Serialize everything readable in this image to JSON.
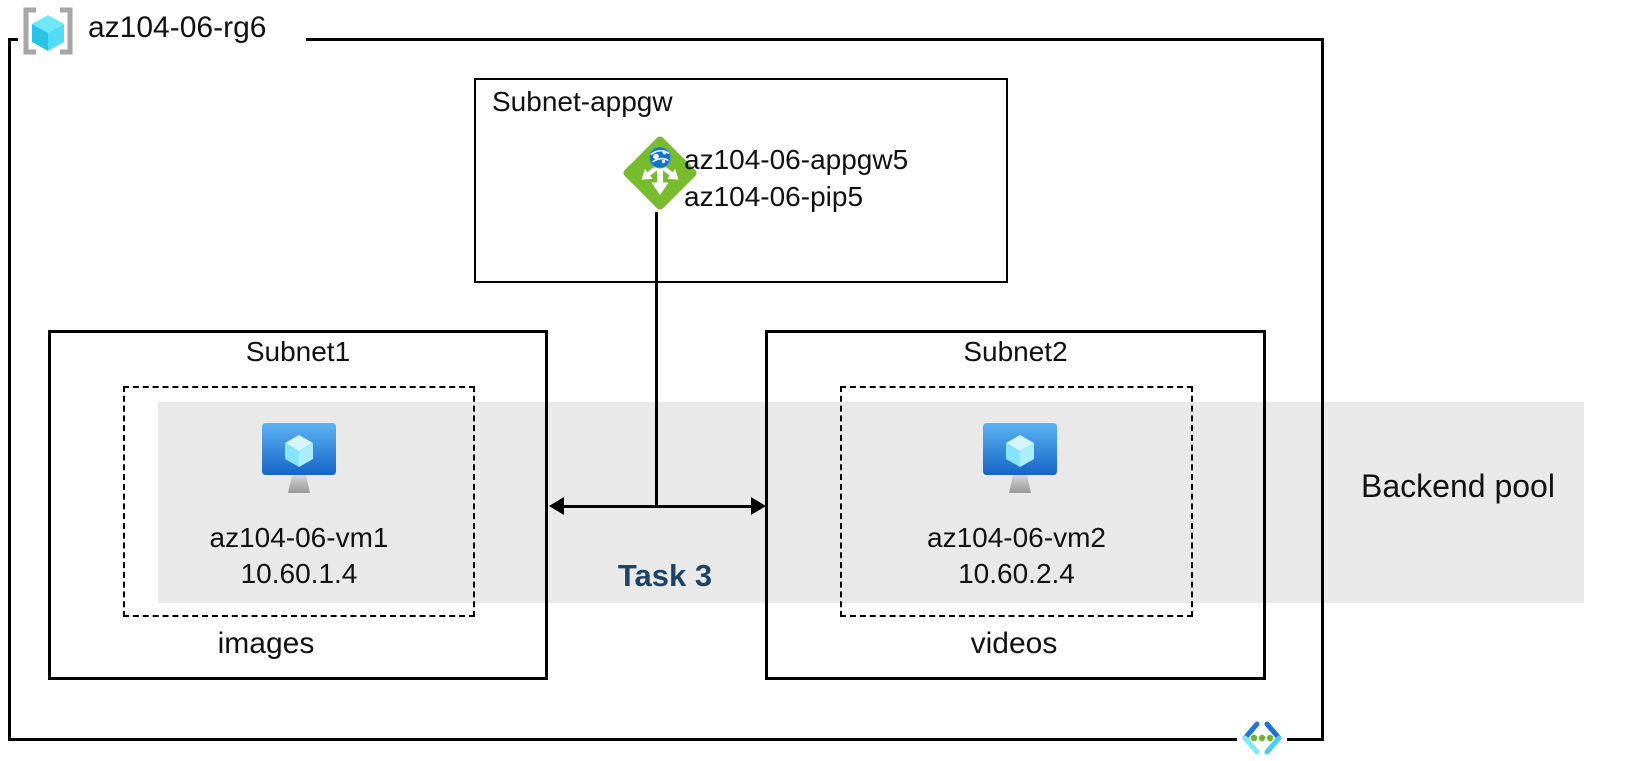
{
  "resource_group": {
    "name": "az104-06-rg6"
  },
  "appgw_subnet": {
    "title": "Subnet-appgw",
    "appgw_name": "az104-06-appgw5",
    "pip_name": "az104-06-pip5"
  },
  "subnet1": {
    "title": "Subnet1",
    "vm_name": "az104-06-vm1",
    "vm_ip": "10.60.1.4",
    "content_label": "images"
  },
  "subnet2": {
    "title": "Subnet2",
    "vm_name": "az104-06-vm2",
    "vm_ip": "10.60.2.4",
    "content_label": "videos"
  },
  "backend_pool": {
    "label": "Backend pool"
  },
  "task": {
    "label": "Task 3"
  },
  "icons": {
    "resource_group": "resource-group-icon",
    "application_gateway": "application-gateway-icon",
    "virtual_machine": "virtual-machine-icon",
    "virtual_network": "virtual-network-icon"
  },
  "colors": {
    "line_black": "#000000",
    "band_gray": "#E9E9E9",
    "appgw_green": "#76BC2D",
    "globe_blue": "#1174C8",
    "vm_screen_top": "#5EB4F2",
    "vm_screen_bottom": "#1565C8",
    "cube_cyan": "#6FE9FA",
    "bracket_gray": "#A6A6A6",
    "task_navy": "#1B4468",
    "vnet_blue": "#2176D8",
    "vnet_cyan": "#5FDCFA",
    "vnet_dot_green": "#6CB52E"
  }
}
